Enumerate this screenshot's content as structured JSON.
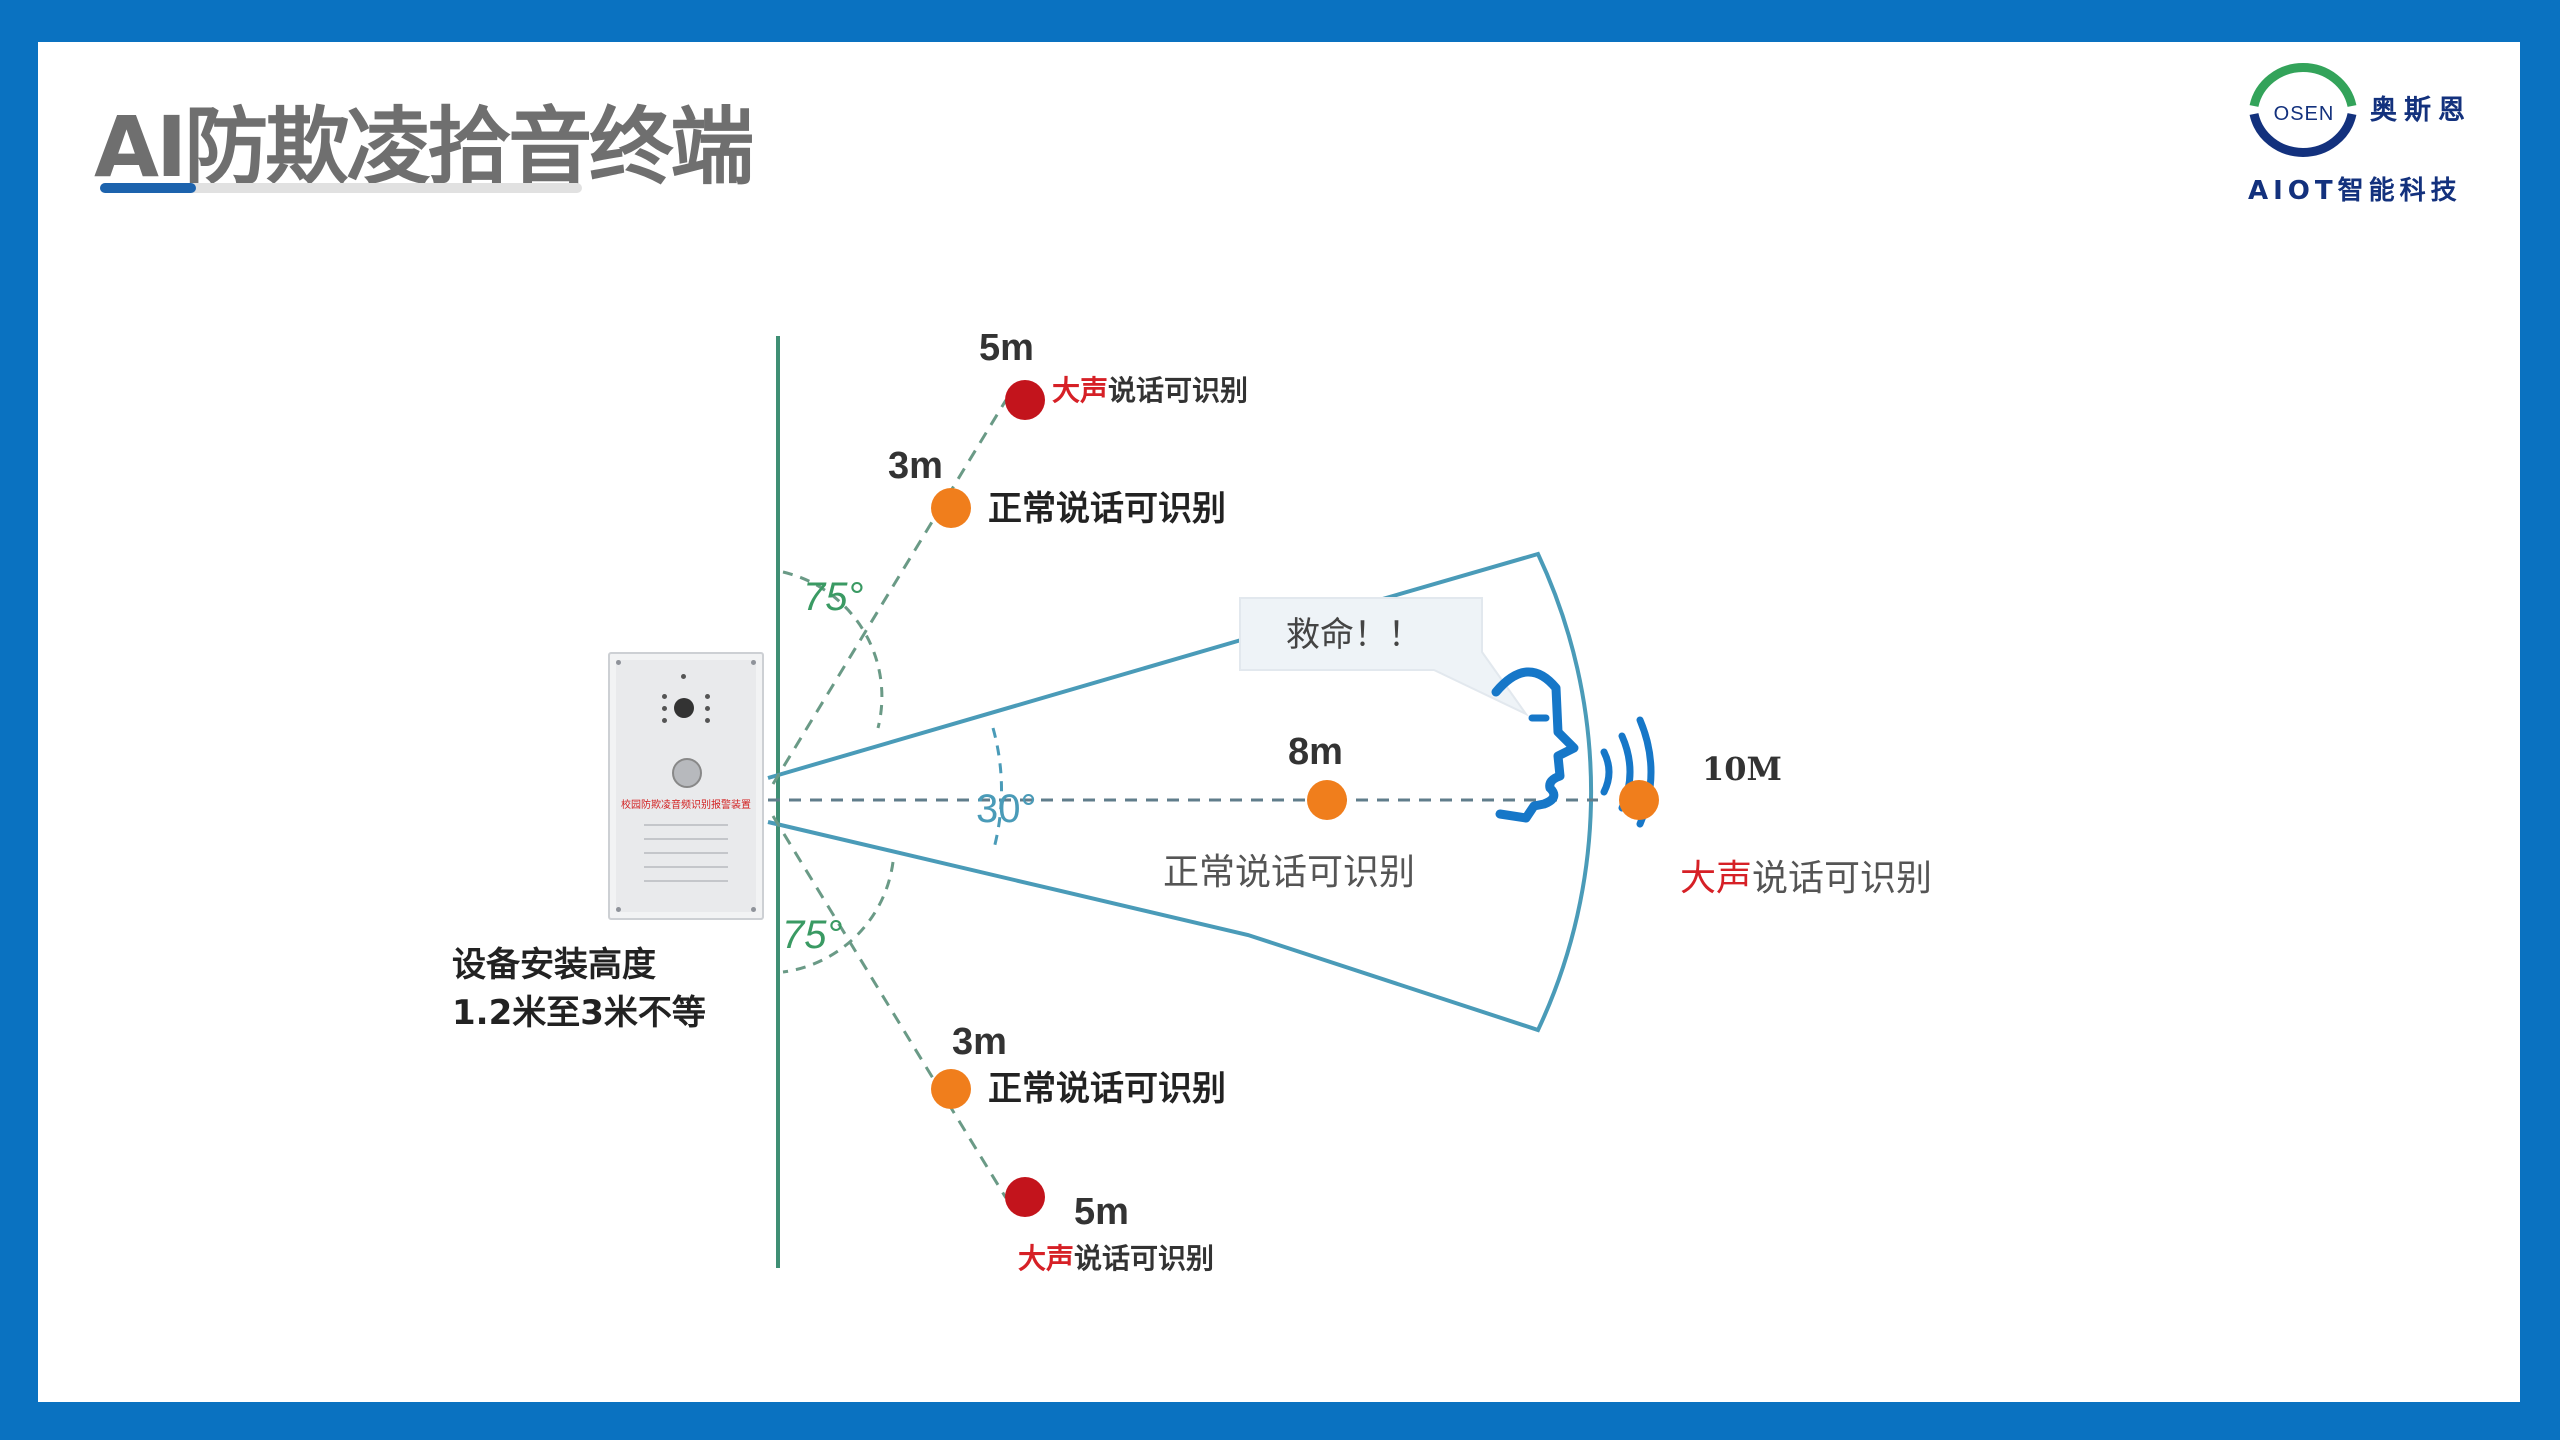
{
  "slide": {
    "title": "AI防欺凌拾音终端",
    "colors": {
      "frame": "#0a72c1",
      "title": "#6f6f6f",
      "accent": "#1d63ad"
    }
  },
  "logo": {
    "mark_text": "OSEN",
    "brand": "奥斯恩",
    "tagline": "AIOT智能科技"
  },
  "diagram": {
    "install_height_line1": "设备安装高度",
    "install_height_line2": "1.2米至3米不等",
    "device_panel_label": "校园防欺凌音频识别报警装置",
    "speech_bubble": "救命！！",
    "angles": {
      "upper": "75°",
      "middle": "30°",
      "lower": "75°"
    },
    "upper_far": {
      "distance": "5m",
      "label_loud": "大声",
      "label_rest": "说话可识别"
    },
    "upper_near": {
      "distance": "3m",
      "label": "正常说话可识别"
    },
    "center_near": {
      "distance": "8m",
      "label": "正常说话可识别"
    },
    "center_far": {
      "distance": "10M",
      "label_loud": "大声",
      "label_rest": "说话可识别"
    },
    "lower_near": {
      "distance": "3m",
      "label": "正常说话可识别"
    },
    "lower_far": {
      "distance": "5m",
      "label_loud": "大声",
      "label_rest": "说话可识别"
    },
    "colors": {
      "cone": "#4a9bb8",
      "wall": "#3f8f74",
      "angle_text": "#3a9a63",
      "dot_normal": "#f07e1c",
      "dot_loud": "#c3141c",
      "text_red": "#d62026"
    }
  }
}
